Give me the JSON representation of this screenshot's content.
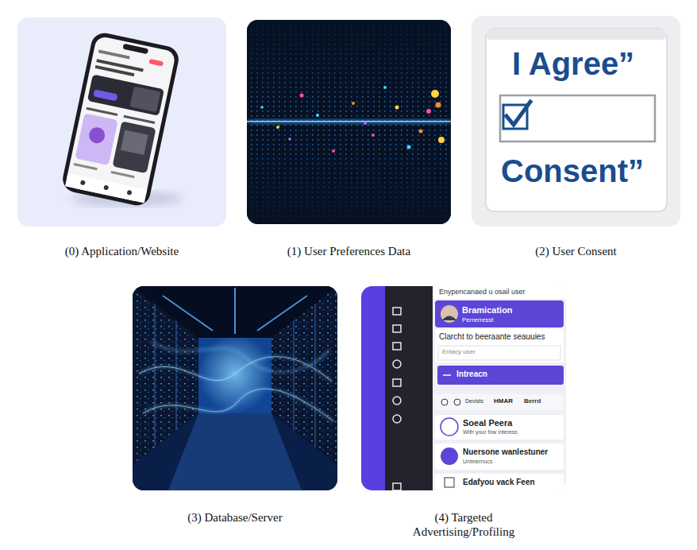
{
  "diagram": {
    "nodes": [
      {
        "text": [
          "(0) Application/Website"
        ]
      },
      {
        "text": [
          "(1) User Preferences Data"
        ]
      },
      {
        "text": [
          "(2) User Consent"
        ]
      },
      {
        "text": [
          "(3) Database/Server"
        ]
      },
      {
        "text": [
          "(4) Targeted Advertising/Profiling"
        ]
      }
    ],
    "labels": [
      "I Agree”",
      "Consent”",
      "Enypencanaed u osail user",
      "Bramication",
      "Perrerresst",
      "Clarcht to beeraante seauuies",
      "Enlacy user",
      "Intreacn",
      "Devists",
      "HMAR",
      "Berrd",
      "Soeal Peera",
      "With your fow interess",
      "Nuersone wanlestuner",
      "Untinernucs",
      "Edafyou vack Feen"
    ]
  }
}
